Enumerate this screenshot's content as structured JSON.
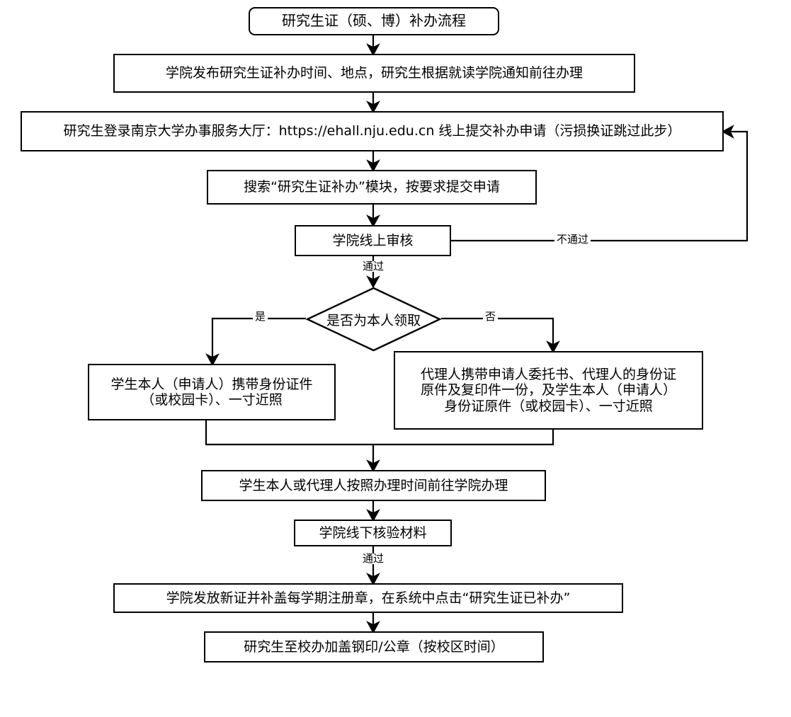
{
  "diagram": {
    "title_node": "研究生证（硕、博）补办流程",
    "nodes": [
      {
        "id": "n1",
        "label": "研究生证（硕、博）补办流程"
      },
      {
        "id": "n2",
        "label": "学院发布研究生证补办时间、地点，研究生根据就读学院通知前往办理"
      },
      {
        "id": "n3",
        "label": "研究生登录南京大学办事服务大厅：https://ehall.nju.edu.cn 线上提交补办申请（污损换证跳过此步）"
      },
      {
        "id": "n4",
        "label": "搜索“研究生证补办”模块，按要求提交申请"
      },
      {
        "id": "n5",
        "label": "学院线上审核"
      },
      {
        "id": "n6",
        "label": "是否为本人领取"
      },
      {
        "id": "n7",
        "label": "学生本人（申请人）携带身份证件\n（或校园卡）、一寸近照"
      },
      {
        "id": "n8",
        "label": "代理人携带申请人委托书、代理人的身份证\n原件及复印件一份，及学生本人（申请人）\n身份证原件（或校园卡）、一寸近照"
      },
      {
        "id": "n9",
        "label": "学生本人或代理人按照办理时间前往学院办理"
      },
      {
        "id": "n10",
        "label": "学院线下核验材料"
      },
      {
        "id": "n11",
        "label": "学院发放新证并补盖每学期注册章，在系统中点击“研究生证已补办”"
      },
      {
        "id": "n12",
        "label": "研究生至校办加盖钢印/公章（按校区时间）"
      }
    ],
    "edge_labels": {
      "review_pass": "通过",
      "review_fail": "不通过",
      "decision_yes": "是",
      "decision_no": "否",
      "offline_pass": "通过"
    },
    "colors": {
      "stroke": "#000000",
      "fill": "#ffffff",
      "text": "#000000"
    }
  }
}
